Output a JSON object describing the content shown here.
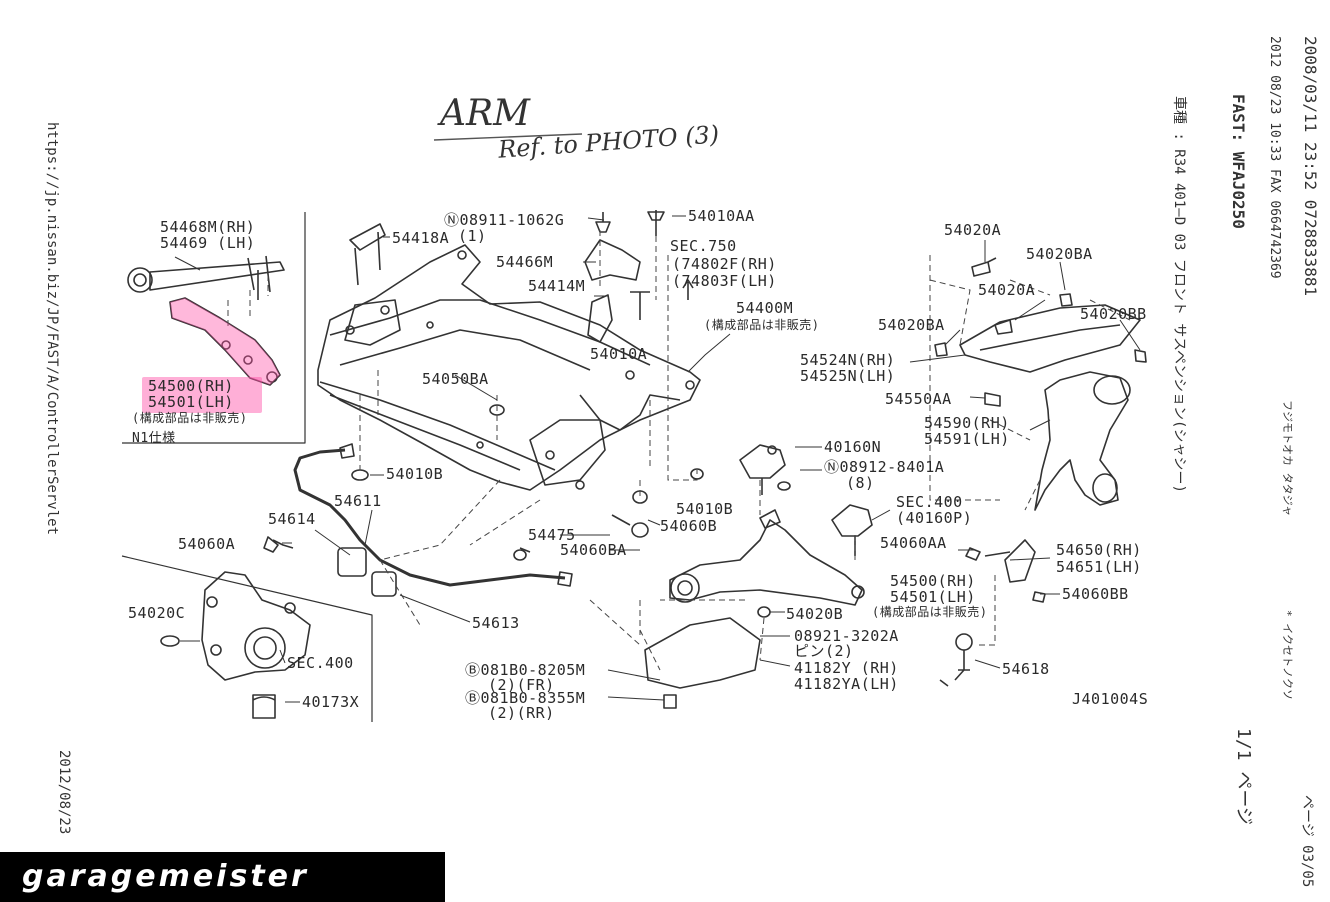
{
  "handwriting": {
    "title": "ARM",
    "note": "Ref. to  PHOTO (3)"
  },
  "margins": {
    "left_url": "https://jp.nissan.biz/JP/FAST/A/ControllerServlet",
    "left_date": "2012/08/23",
    "right_line1": "2008/03/11  23:52   0728833881",
    "right_line2": "2012 08/23 10:33 FAX  0664742369",
    "right_fast": "FAST: WFAJ0250",
    "right_model": "車種 : R34     401—D 03  フロント サスペンション(シャシー)",
    "right_misc1": "フジモトオカ タタジャ",
    "right_misc2": "* イクセトノクソ",
    "right_page": "1/1 ページ",
    "right_corner": "ページ 03/05"
  },
  "highlight": {
    "color": "#ff4da6"
  },
  "parts": [
    {
      "id": "p1",
      "text": "54468M(RH)"
    },
    {
      "id": "p2",
      "text": "54469  (LH)"
    },
    {
      "id": "p3",
      "text": "54500(RH)"
    },
    {
      "id": "p4",
      "text": "54501(LH)"
    },
    {
      "id": "p5",
      "text": "(構成部品は非販売)"
    },
    {
      "id": "p6",
      "text": "N1仕様"
    },
    {
      "id": "p7",
      "text": "54418A"
    },
    {
      "id": "p8",
      "text": "(1)"
    },
    {
      "id": "p9",
      "text": "Ⓝ08911-1062G"
    },
    {
      "id": "p10",
      "text": "54010AA"
    },
    {
      "id": "p11",
      "text": "54466M"
    },
    {
      "id": "p12",
      "text": "SEC.750"
    },
    {
      "id": "p13",
      "text": "(74802F(RH)"
    },
    {
      "id": "p14",
      "text": "(74803F(LH)"
    },
    {
      "id": "p15",
      "text": "54414M"
    },
    {
      "id": "p16",
      "text": "54400M"
    },
    {
      "id": "p17",
      "text": "(構成部品は非販売)"
    },
    {
      "id": "p18",
      "text": "54010A"
    },
    {
      "id": "p19",
      "text": "54050BA"
    },
    {
      "id": "p20",
      "text": "54010B"
    },
    {
      "id": "p21",
      "text": "54611"
    },
    {
      "id": "p22",
      "text": "54614"
    },
    {
      "id": "p23",
      "text": "54060A"
    },
    {
      "id": "p24",
      "text": "54020C"
    },
    {
      "id": "p25",
      "text": "SEC.400"
    },
    {
      "id": "p26",
      "text": "40173X"
    },
    {
      "id": "p27",
      "text": "54613"
    },
    {
      "id": "p28",
      "text": "54475"
    },
    {
      "id": "p29",
      "text": "54060BA"
    },
    {
      "id": "p30",
      "text": "54060B"
    },
    {
      "id": "p31",
      "text": "54010B"
    },
    {
      "id": "p32",
      "text": "Ⓑ081B0-8205M"
    },
    {
      "id": "p33",
      "text": "(2)(FR)"
    },
    {
      "id": "p34",
      "text": "Ⓑ081B0-8355M"
    },
    {
      "id": "p35",
      "text": "(2)(RR)"
    },
    {
      "id": "p36",
      "text": "40160N"
    },
    {
      "id": "p37",
      "text": "Ⓝ08912-8401A"
    },
    {
      "id": "p38",
      "text": "(8)"
    },
    {
      "id": "p39",
      "text": "SEC.400"
    },
    {
      "id": "p40",
      "text": "(40160P)"
    },
    {
      "id": "p41",
      "text": "54020B"
    },
    {
      "id": "p42",
      "text": "08921-3202A"
    },
    {
      "id": "p43",
      "text": "ピン(2)"
    },
    {
      "id": "p44",
      "text": "41182Y (RH)"
    },
    {
      "id": "p45",
      "text": "41182YA(LH)"
    },
    {
      "id": "p46",
      "text": "54500(RH)"
    },
    {
      "id": "p47",
      "text": "54501(LH)"
    },
    {
      "id": "p48",
      "text": "(構成部品は非販売)"
    },
    {
      "id": "p49",
      "text": "54060AA"
    },
    {
      "id": "p50",
      "text": "54650(RH)"
    },
    {
      "id": "p51",
      "text": "54651(LH)"
    },
    {
      "id": "p52",
      "text": "54060BB"
    },
    {
      "id": "p53",
      "text": "54618"
    },
    {
      "id": "p54",
      "text": "J401004S"
    },
    {
      "id": "p55",
      "text": "54020A"
    },
    {
      "id": "p56",
      "text": "54020BA"
    },
    {
      "id": "p57",
      "text": "54020A"
    },
    {
      "id": "p58",
      "text": "54020BA"
    },
    {
      "id": "p59",
      "text": "54020BB"
    },
    {
      "id": "p60",
      "text": "54524N(RH)"
    },
    {
      "id": "p61",
      "text": "54525N(LH)"
    },
    {
      "id": "p62",
      "text": "54550AA"
    },
    {
      "id": "p63",
      "text": "54590(RH)"
    },
    {
      "id": "p64",
      "text": "54591(LH)"
    }
  ],
  "logo": {
    "text": "garagemeister"
  }
}
